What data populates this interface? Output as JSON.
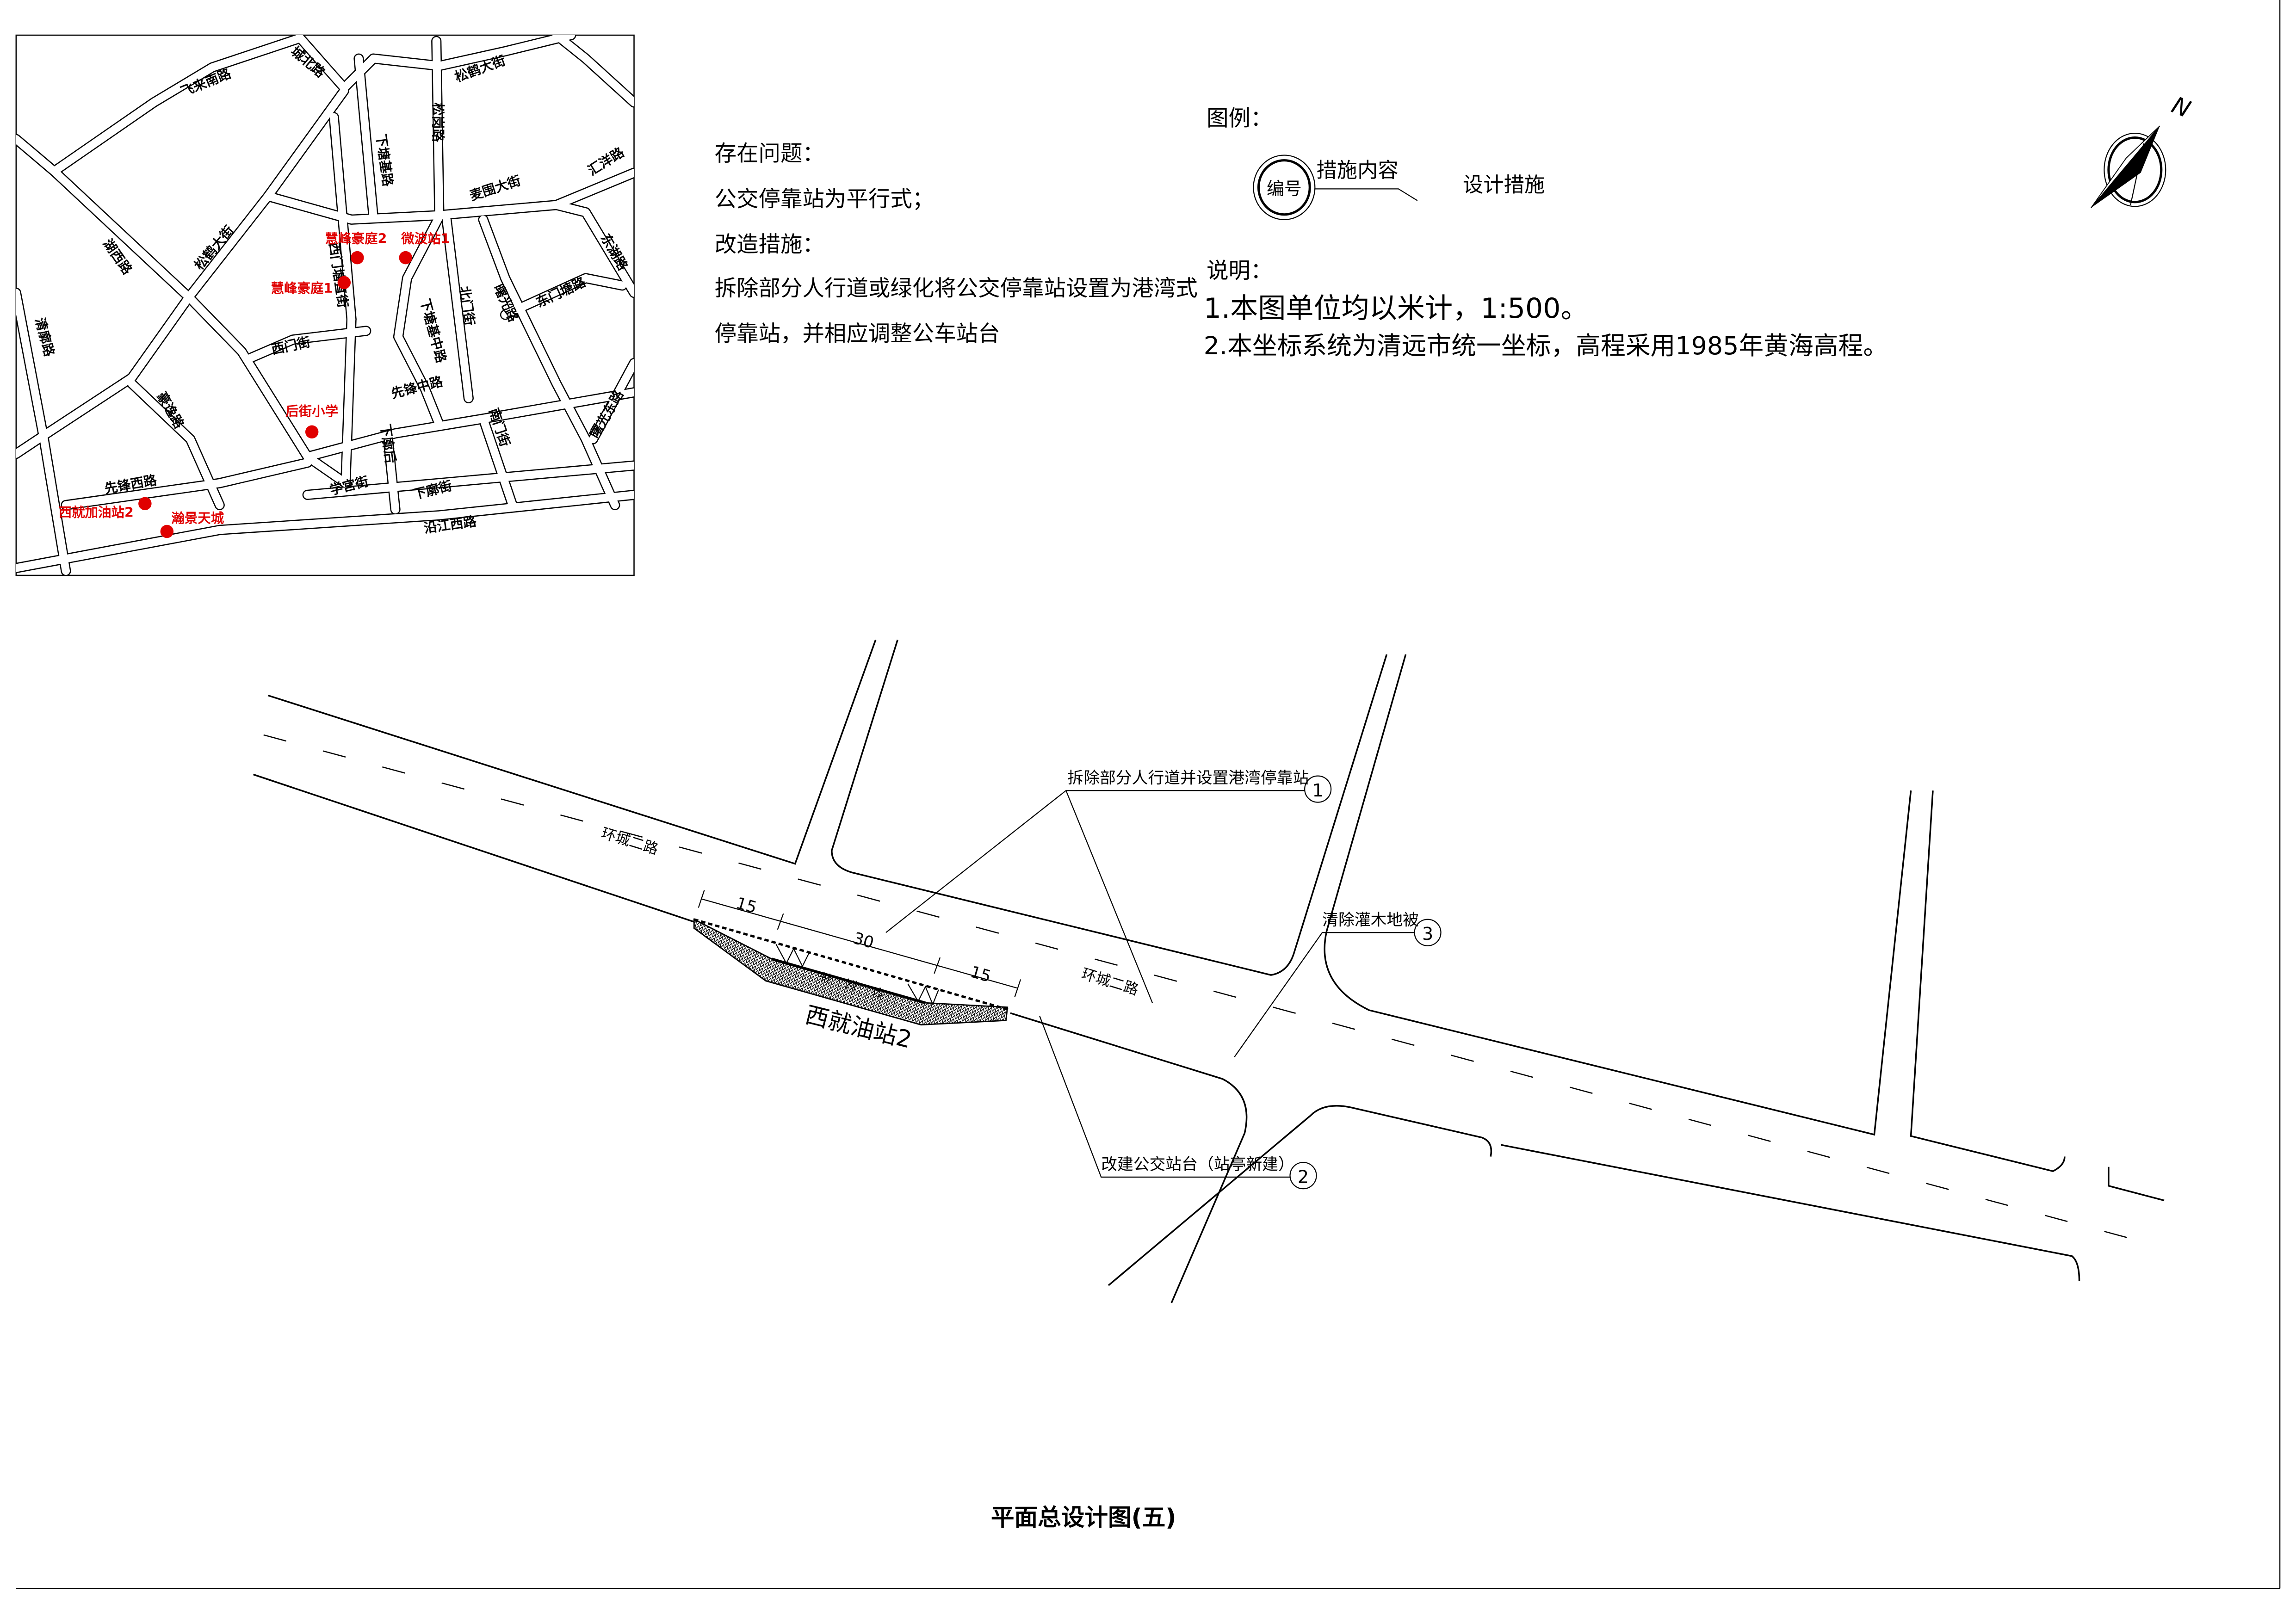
{
  "inset_map": {
    "roads": [
      "飞来南路",
      "城北路",
      "松鹤大街",
      "松岗路",
      "下塘基路",
      "汇洋路",
      "麦围大街",
      "松鹤大街",
      "湖西路",
      "东湖路",
      "西门塘直街",
      "东门塘路",
      "曙光路",
      "北门街",
      "下塘基中路",
      "清廓路",
      "西门街",
      "豪逸路",
      "先锋中路",
      "南门街",
      "曙光东路",
      "下廓后",
      "学宫街",
      "下廓街",
      "先锋西路",
      "沿江西路"
    ],
    "markers": [
      "慧峰豪庭2",
      "微波站1",
      "慧峰豪庭1",
      "后街小学",
      "西就加油站2",
      "瀚景天城"
    ],
    "marker_color": "#e00000"
  },
  "notes": {
    "problem_title": "存在问题：",
    "problem_text": "公交停靠站为平行式；",
    "measure_title": "改造措施：",
    "measure_line1": "拆除部分人行道或绿化将公交停靠站设置为港湾式",
    "measure_line2": "停靠站，并相应调整公车站台"
  },
  "legend": {
    "title": "图例：",
    "badge": "编号",
    "content": "措施内容",
    "design": "设计措施"
  },
  "explanation": {
    "title": "说明：",
    "line1": "1.本图单位均以米计，1:500。",
    "line2": "2.本坐标系统为清远市统一坐标，高程采用1985年黄海高程。"
  },
  "compass": {
    "north": "N"
  },
  "plan": {
    "road_name": "环城二路",
    "station": "西就油站2",
    "bus_label": [
      "公",
      "交",
      "车"
    ],
    "dims": [
      "15",
      "30",
      "15"
    ],
    "callouts": [
      {
        "num": "1",
        "text": "拆除部分人行道并设置港湾停靠站"
      },
      {
        "num": "2",
        "text": "改建公交站台（站亭新建）"
      },
      {
        "num": "3",
        "text": "清除灌木地被"
      }
    ]
  },
  "title": "平面总设计图(五)"
}
